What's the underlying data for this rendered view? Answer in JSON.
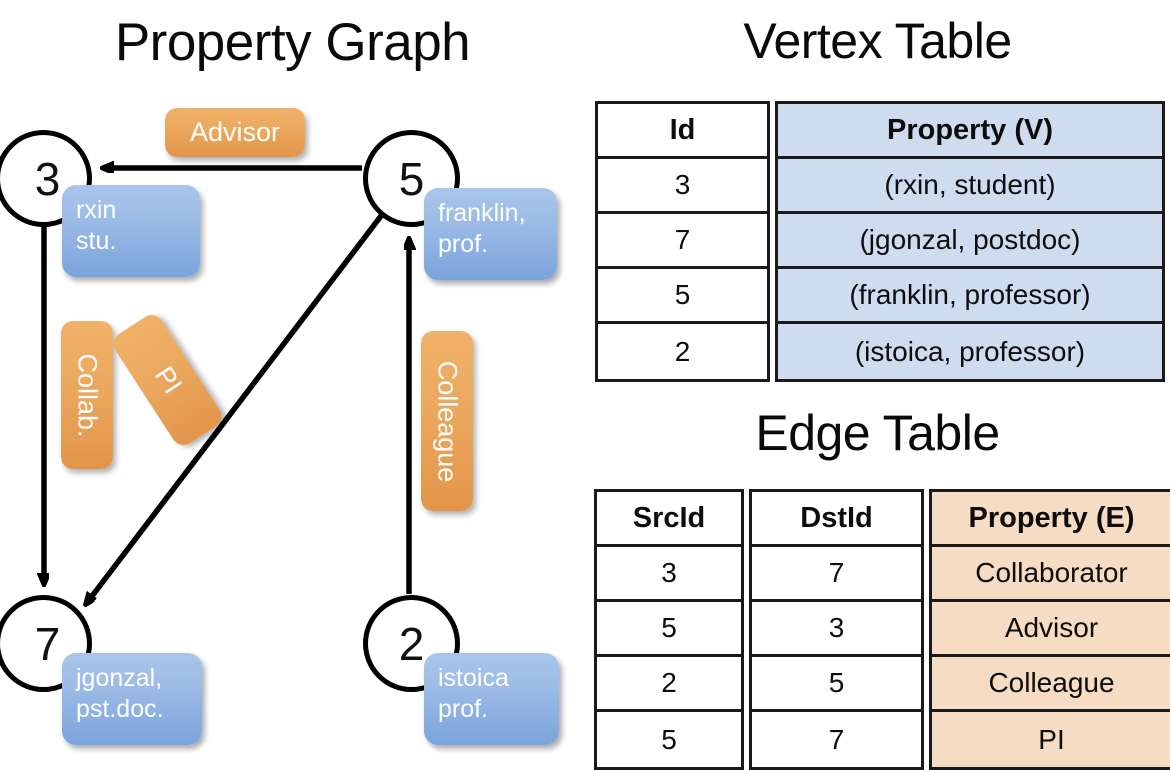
{
  "panels": {
    "graph_title": "Property Graph",
    "vertex_table_title": "Vertex Table",
    "edge_table_title": "Edge Table"
  },
  "graph": {
    "vertices": [
      {
        "id": "3",
        "property_label": "rxin\nstu."
      },
      {
        "id": "5",
        "property_label": "franklin,\nprof."
      },
      {
        "id": "7",
        "property_label": "jgonzal,\npst.doc."
      },
      {
        "id": "2",
        "property_label": "istoica\nprof."
      }
    ],
    "vertex_ids": {
      "v3": "3",
      "v5": "5",
      "v7": "7",
      "v2": "2"
    },
    "bubbles": {
      "rxin_line1": "rxin",
      "rxin_line2": "stu.",
      "franklin_line1": "franklin,",
      "franklin_line2": "prof.",
      "jgonzal_line1": "jgonzal,",
      "jgonzal_line2": "pst.doc.",
      "istoica_line1": "istoica",
      "istoica_line2": "prof."
    },
    "edge_chips": {
      "advisor": "Advisor",
      "collab": "Collab.",
      "pi": "PI",
      "colleague": "Colleague"
    },
    "edges": [
      {
        "src": "5",
        "dst": "3",
        "label": "Advisor"
      },
      {
        "src": "3",
        "dst": "7",
        "label": "Collab."
      },
      {
        "src": "5",
        "dst": "7",
        "label": "PI"
      },
      {
        "src": "2",
        "dst": "5",
        "label": "Colleague"
      }
    ]
  },
  "vertex_table": {
    "headers": [
      "Id",
      "Property (V)"
    ],
    "rows": [
      {
        "id": "3",
        "property": "(rxin, student)"
      },
      {
        "id": "7",
        "property": "(jgonzal, postdoc)"
      },
      {
        "id": "5",
        "property": "(franklin, professor)"
      },
      {
        "id": "2",
        "property": "(istoica, professor)"
      }
    ]
  },
  "edge_table": {
    "headers": [
      "SrcId",
      "DstId",
      "Property (E)"
    ],
    "rows": [
      {
        "src": "3",
        "dst": "7",
        "property": "Collaborator"
      },
      {
        "src": "5",
        "dst": "3",
        "property": "Advisor"
      },
      {
        "src": "2",
        "dst": "5",
        "property": "Colleague"
      },
      {
        "src": "5",
        "dst": "7",
        "property": "PI"
      }
    ]
  },
  "colors": {
    "vertex_property_fill": "#cfdcef",
    "edge_property_fill": "#f5dcc2",
    "bubble_blue": "#9dbce6",
    "chip_orange": "#eaa85e",
    "stroke": "#000000",
    "background": "#ffffff"
  }
}
